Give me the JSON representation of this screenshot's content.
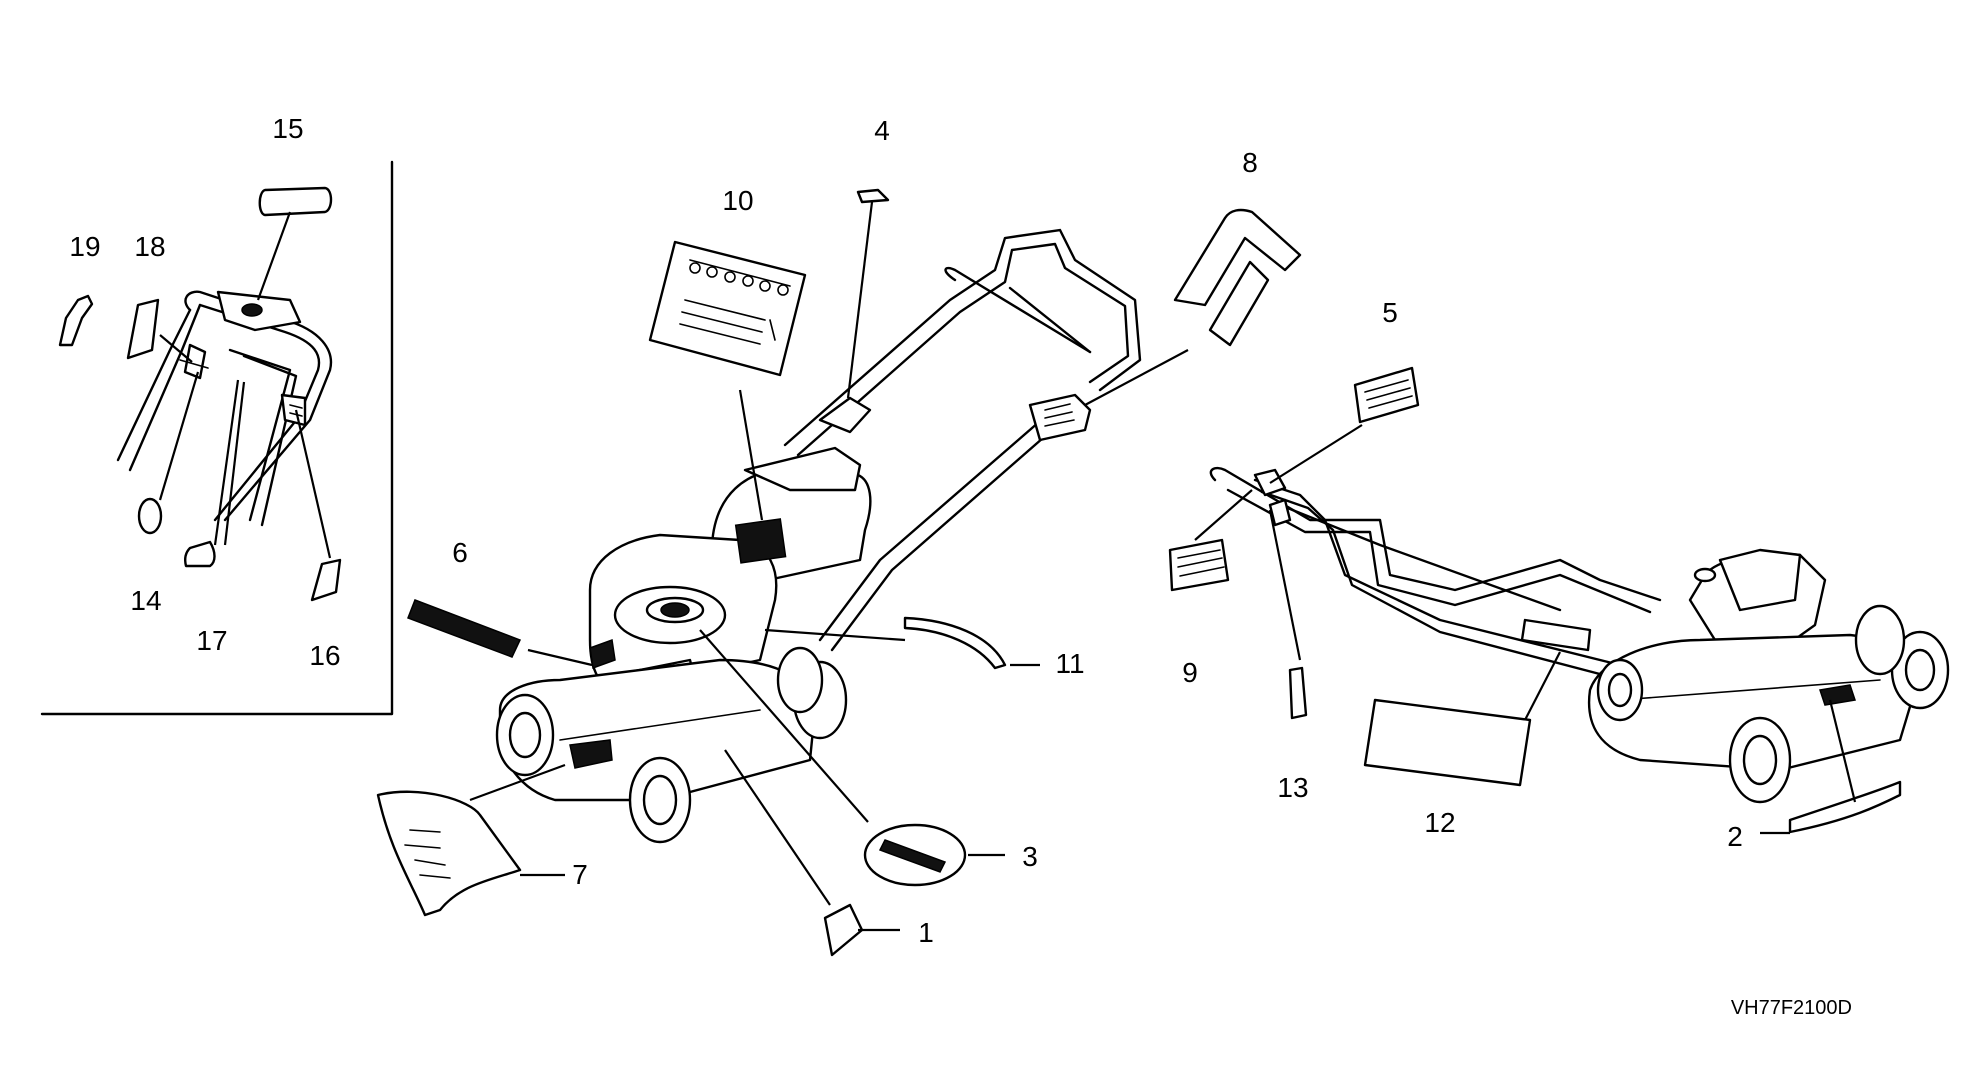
{
  "callouts": {
    "c1": "1",
    "c2": "2",
    "c3": "3",
    "c4": "4",
    "c5": "5",
    "c6": "6",
    "c7": "7",
    "c8": "8",
    "c9": "9",
    "c10": "10",
    "c11": "11",
    "c12": "12",
    "c13": "13",
    "c14": "14",
    "c15": "15",
    "c16": "16",
    "c17": "17",
    "c18": "18",
    "c19": "19"
  },
  "diagram_code": "VH77F2100D",
  "icons": {
    "logo": "mower-logo-icon",
    "label_sheet": "warning-label-sheet-icon"
  }
}
